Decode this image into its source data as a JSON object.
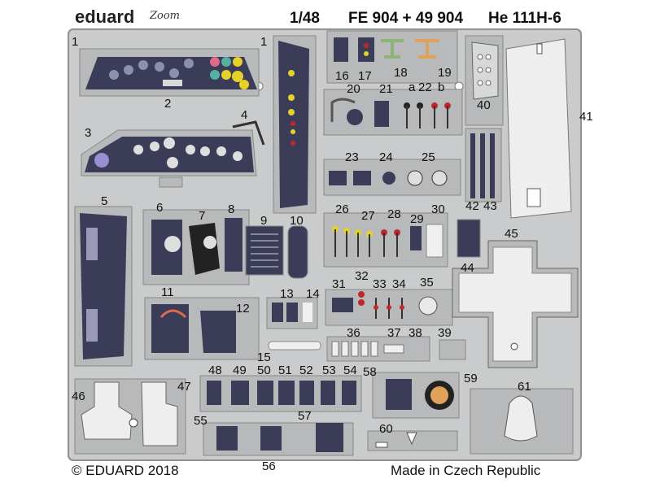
{
  "brand": "eduard",
  "zoom_logo": "Zoom",
  "header": {
    "scale": "1/48",
    "codes": "FE 904 + 49 904",
    "aircraft": "He 111H-6"
  },
  "footer": {
    "copyright": "© EDUARD 2018",
    "origin": "Made in Czech Republic"
  },
  "colors": {
    "fret": "#c9cbcc",
    "fret_edge": "#8e9091",
    "panel": "#3b3d58",
    "panel_light": "#5a5c7a",
    "yellow": "#e6d12a",
    "red": "#c0282c",
    "cream": "#e8e4c8",
    "orange": "#e0a25a"
  },
  "part_numbers": [
    "1",
    "1",
    "2",
    "3",
    "4",
    "5",
    "6",
    "7",
    "8",
    "9",
    "10",
    "11",
    "12",
    "13",
    "14",
    "15",
    "16",
    "17",
    "18",
    "19",
    "20",
    "21",
    "a",
    "22",
    "b",
    "23",
    "24",
    "25",
    "26",
    "27",
    "28",
    "29",
    "30",
    "31",
    "32",
    "33",
    "34",
    "35",
    "36",
    "37",
    "38",
    "39",
    "40",
    "41",
    "42",
    "43",
    "44",
    "45",
    "46",
    "47",
    "48",
    "49",
    "50",
    "51",
    "52",
    "53",
    "54",
    "55",
    "56",
    "57",
    "58",
    "59",
    "60",
    "61"
  ]
}
